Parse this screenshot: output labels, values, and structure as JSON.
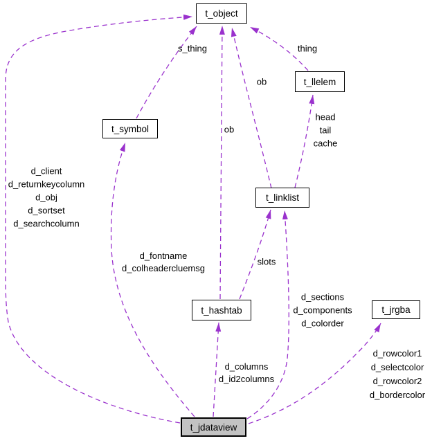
{
  "diagram": {
    "type": "collaboration-graph",
    "background_color": "#ffffff",
    "edge_color": "#9a32cd",
    "node_border_color": "#000000",
    "node_fill": "#ffffff",
    "focus_node_fill": "#c3c3c3",
    "nodes": {
      "t_object": {
        "label": "t_object"
      },
      "t_llelem": {
        "label": "t_llelem"
      },
      "t_symbol": {
        "label": "t_symbol"
      },
      "t_linklist": {
        "label": "t_linklist"
      },
      "t_hashtab": {
        "label": "t_hashtab"
      },
      "t_jrgba": {
        "label": "t_jrgba"
      },
      "t_jdataview": {
        "label": "t_jdataview"
      }
    },
    "edge_labels": {
      "s_thing": "s_thing",
      "thing": "thing",
      "ob_linklist_to_object": "ob",
      "ob_hashtab_to_object": "ob",
      "slots": "slots",
      "linklist_to_llelem": [
        "head",
        "tail",
        "cache"
      ],
      "jdataview_to_object": [
        "d_client",
        "d_returnkeycolumn",
        "d_obj",
        "d_sortset",
        "d_searchcolumn"
      ],
      "jdataview_to_symbol": [
        "d_fontname",
        "d_colheadercluemsg"
      ],
      "jdataview_to_linklist": [
        "d_sections",
        "d_components",
        "d_colorder"
      ],
      "jdataview_to_hashtab": [
        "d_columns",
        "d_id2columns"
      ],
      "jdataview_to_jrgba": [
        "d_rowcolor1",
        "d_selectcolor",
        "d_rowcolor2",
        "d_bordercolor"
      ]
    }
  }
}
